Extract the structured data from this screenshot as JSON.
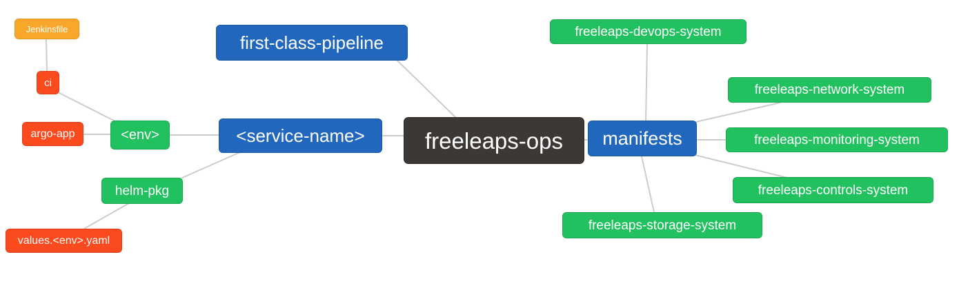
{
  "colors": {
    "node_blue": "#2167BE",
    "node_green": "#21C15F",
    "node_orange": "#F9A72A",
    "node_red": "#FA4A1E",
    "node_dark": "#3B3835",
    "edge_gray": "#CCCCCC",
    "text": "#FFFFFF",
    "background": "#FFFFFF"
  },
  "nodes": {
    "jenkinsfile": {
      "label": "Jenkinsfile",
      "color": "#F9A72A"
    },
    "ci": {
      "label": "ci",
      "color": "#FA4A1E"
    },
    "argo_app": {
      "label": "argo-app",
      "color": "#FA4A1E"
    },
    "env": {
      "label": "<env>",
      "color": "#21C15F"
    },
    "helm_pkg": {
      "label": "helm-pkg",
      "color": "#21C15F"
    },
    "values_env_yaml": {
      "label": "values.<env>.yaml",
      "color": "#FA4A1E"
    },
    "first_class_pipeline": {
      "label": "first-class-pipeline",
      "color": "#2167BE"
    },
    "service_name": {
      "label": "<service-name>",
      "color": "#2167BE"
    },
    "freeleaps_ops": {
      "label": "freeleaps-ops",
      "color": "#3B3835"
    },
    "manifests": {
      "label": "manifests",
      "color": "#2167BE"
    },
    "devops_system": {
      "label": "freeleaps-devops-system",
      "color": "#21C15F"
    },
    "network_system": {
      "label": "freeleaps-network-system",
      "color": "#21C15F"
    },
    "monitoring_system": {
      "label": "freeleaps-monitoring-system",
      "color": "#21C15F"
    },
    "controls_system": {
      "label": "freeleaps-controls-system",
      "color": "#21C15F"
    },
    "storage_system": {
      "label": "freeleaps-storage-system",
      "color": "#21C15F"
    }
  },
  "edges": [
    {
      "from": "jenkinsfile",
      "to": "ci"
    },
    {
      "from": "ci",
      "to": "env"
    },
    {
      "from": "argo_app",
      "to": "env"
    },
    {
      "from": "env",
      "to": "service_name"
    },
    {
      "from": "helm_pkg",
      "to": "service_name"
    },
    {
      "from": "values_env_yaml",
      "to": "helm_pkg"
    },
    {
      "from": "first_class_pipeline",
      "to": "freeleaps_ops"
    },
    {
      "from": "service_name",
      "to": "freeleaps_ops"
    },
    {
      "from": "freeleaps_ops",
      "to": "manifests"
    },
    {
      "from": "manifests",
      "to": "devops_system"
    },
    {
      "from": "manifests",
      "to": "network_system"
    },
    {
      "from": "manifests",
      "to": "monitoring_system"
    },
    {
      "from": "manifests",
      "to": "controls_system"
    },
    {
      "from": "manifests",
      "to": "storage_system"
    }
  ]
}
